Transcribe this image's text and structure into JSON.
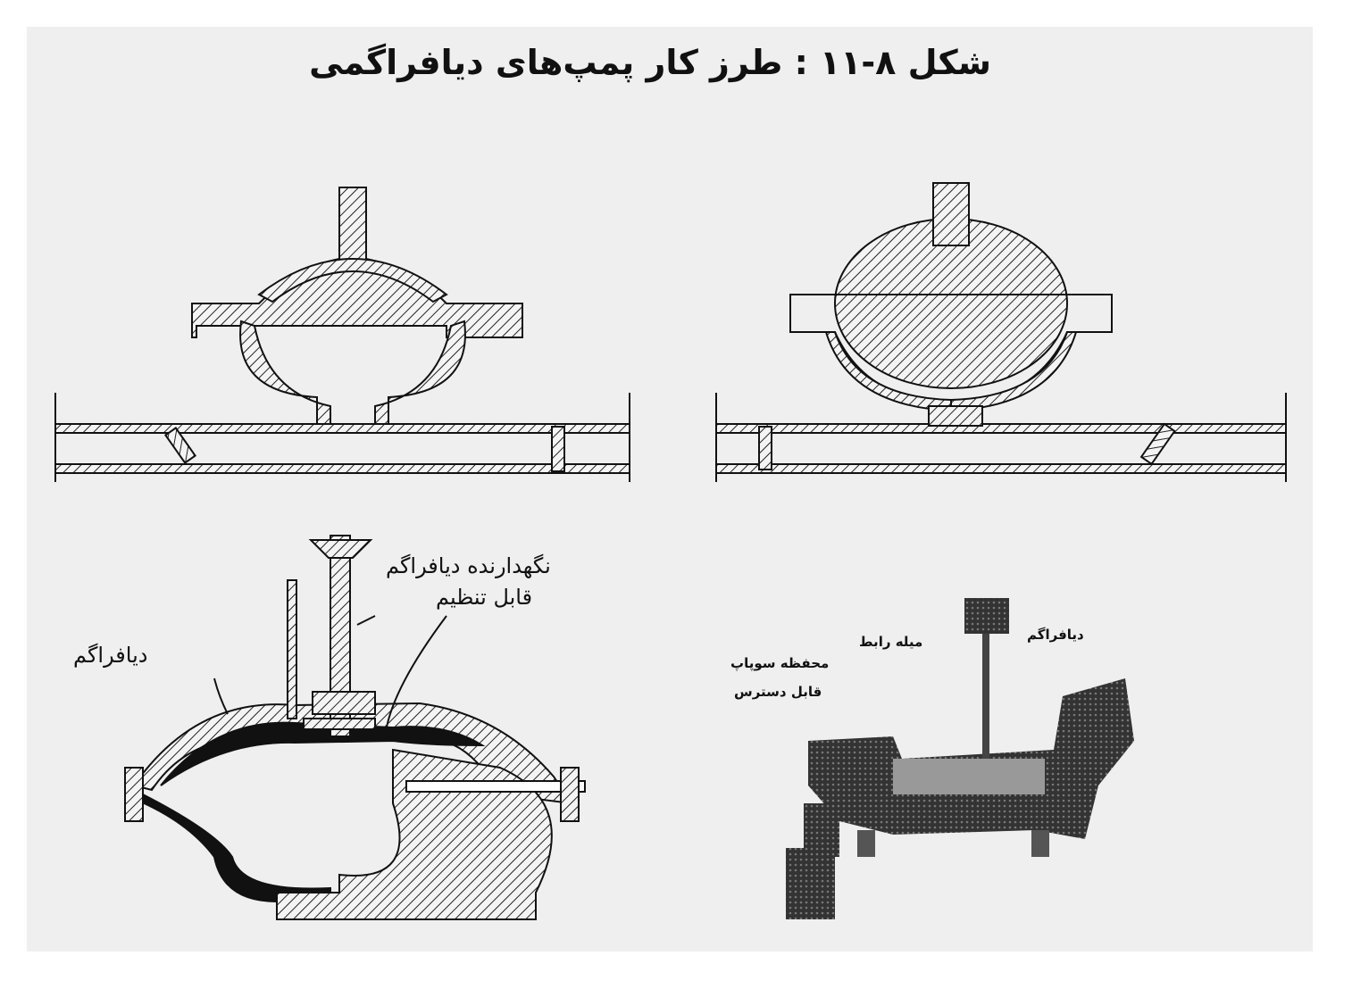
{
  "figure": {
    "title": "شکل ۸-۱۱ : طرز کار پمپ‌های دیافراگمی"
  },
  "section_diagram_labels": {
    "holder": "نگهدارنده دیافراگم",
    "adjustable": "قابل تنظیم",
    "diaphragm": "دیافراگم"
  },
  "photo_labels": {
    "diaphragm": "دیافراگم",
    "connecting_rod": "میله رابط",
    "valve_chamber": "محفظه سوپاپ",
    "accessible": "قابل دسترس"
  }
}
